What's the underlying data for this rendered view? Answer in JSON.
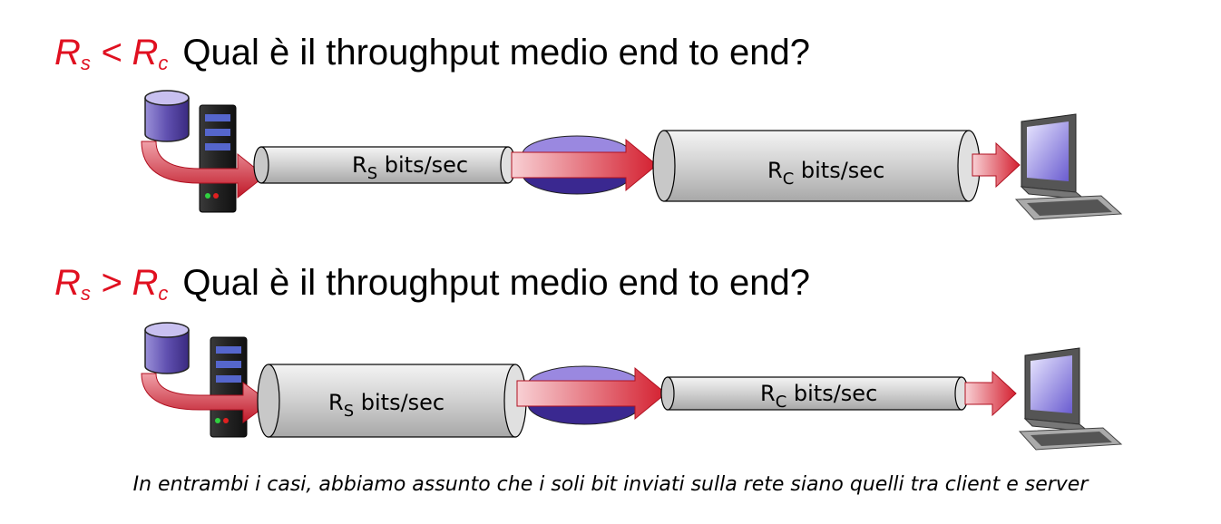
{
  "scenarios": [
    {
      "rel_left": "R",
      "rel_left_sub": "s",
      "operator": "<",
      "rel_right": "R",
      "rel_right_sub": "c",
      "question": "Qual è il throughput medio end to end?",
      "link_s": {
        "main": "R",
        "sub": "S",
        "rest": " bits/sec"
      },
      "link_c": {
        "main": "R",
        "sub": "C",
        "rest": " bits/sec"
      }
    },
    {
      "rel_left": "R",
      "rel_left_sub": "s",
      "operator": ">",
      "rel_right": "R",
      "rel_right_sub": "c",
      "question": "Qual è il throughput medio end to end?",
      "link_s": {
        "main": "R",
        "sub": "S",
        "rest": " bits/sec"
      },
      "link_c": {
        "main": "R",
        "sub": "C",
        "rest": " bits/sec"
      }
    }
  ],
  "caption": "In entrambi i casi, abbiamo assunto che i soli bit inviati sulla rete siano quelli tra client e server",
  "colors": {
    "relation": "#e01020",
    "arrow": "#d42030",
    "router": "#6a4fc0",
    "pipe": "#d8d8d8"
  },
  "icons": [
    "database-icon",
    "server-icon",
    "router-icon",
    "computer-icon"
  ]
}
